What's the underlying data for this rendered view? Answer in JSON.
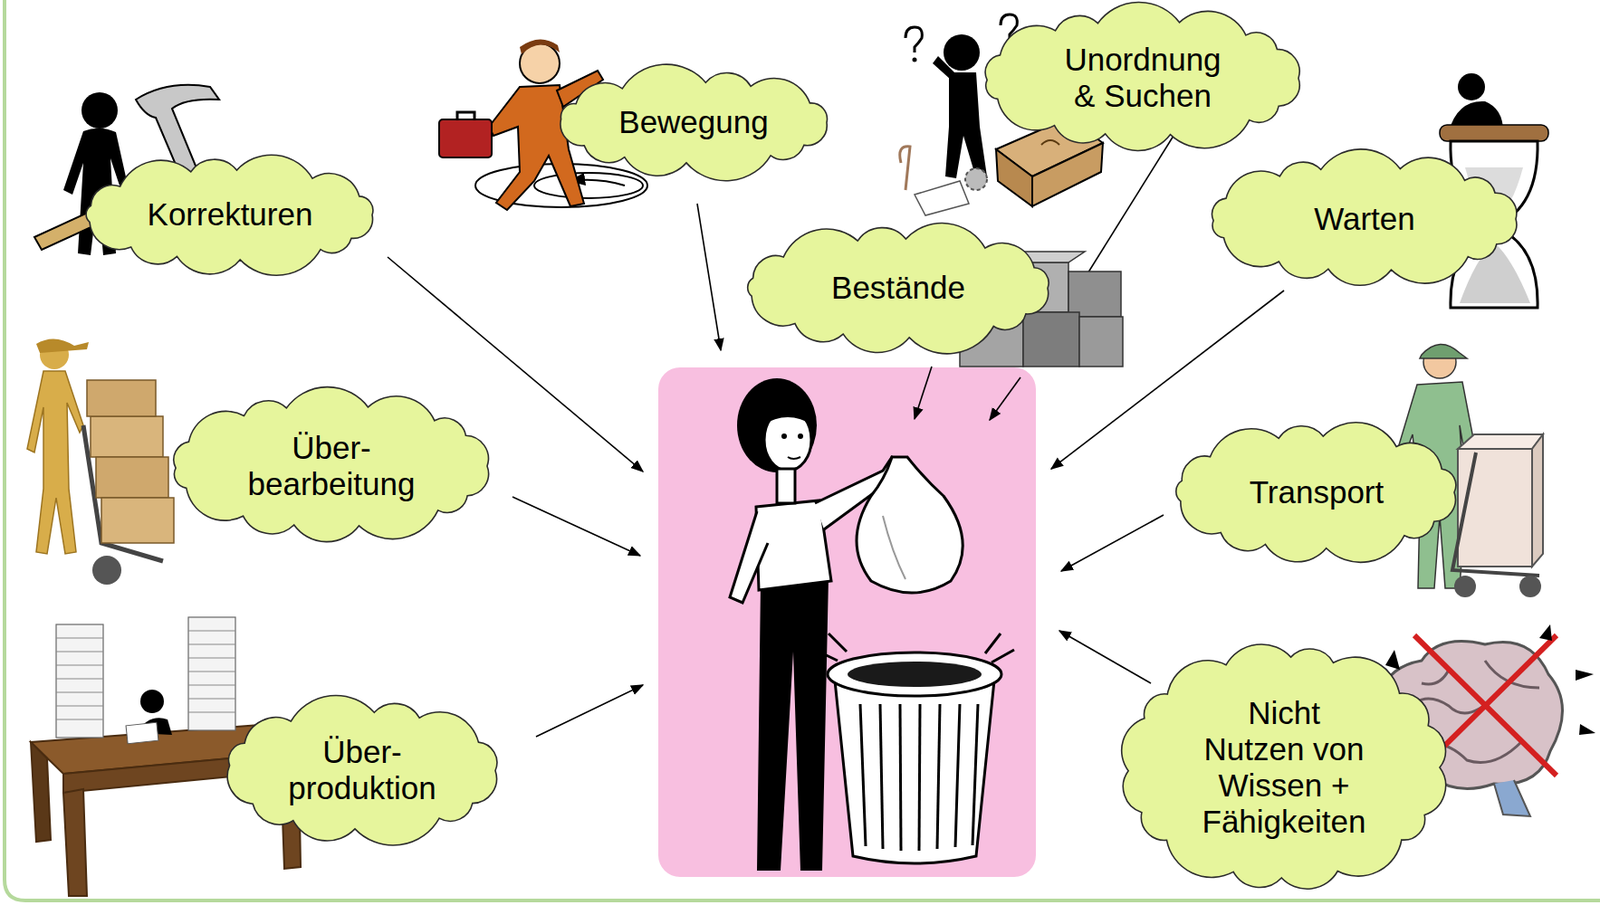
{
  "diagram": {
    "nodes": [
      {
        "text": [
          "Unordnung & Suchen"
        ]
      },
      {
        "text": [
          "Bewegung"
        ]
      },
      {
        "text": [
          "Korrekturen"
        ]
      },
      {
        "text": [
          "Warten"
        ]
      },
      {
        "text": [
          "Bestände"
        ]
      },
      {
        "text": [
          "Über- bearbeitung"
        ]
      },
      {
        "text": [
          "Transport"
        ]
      },
      {
        "text": [
          "Über- produktion"
        ]
      },
      {
        "text": [
          "Nicht Nutzen von Wissen + Fähigkeiten"
        ]
      }
    ]
  }
}
